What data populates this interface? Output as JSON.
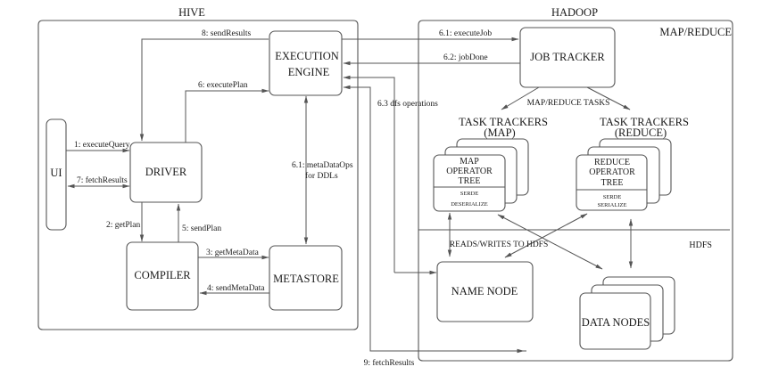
{
  "diagram": {
    "groups": {
      "hive": "HIVE",
      "hadoop": "HADOOP",
      "mapreduce": "MAP/REDUCE",
      "hdfs": "HDFS"
    },
    "nodes": {
      "ui": "UI",
      "driver": "DRIVER",
      "compiler": "COMPILER",
      "metastore": "METASTORE",
      "execution_engine": [
        "EXECUTION",
        "ENGINE"
      ],
      "job_tracker": "JOB TRACKER",
      "task_trackers_map": [
        "TASK TRACKERS",
        "(MAP)"
      ],
      "task_trackers_reduce": [
        "TASK TRACKERS",
        "(REDUCE)"
      ],
      "map_operator_tree": [
        "MAP",
        "OPERATOR",
        "TREE"
      ],
      "map_serde": [
        "SERDE",
        "DESERIALIZE"
      ],
      "reduce_operator_tree": [
        "REDUCE",
        "OPERATOR",
        "TREE"
      ],
      "reduce_serde": [
        "SERDE",
        "SERIALIZE"
      ],
      "name_node": "NAME NODE",
      "data_nodes": "DATA NODES"
    },
    "edges": {
      "execute_query": "1: executeQuery",
      "get_plan": "2: getPlan",
      "get_metadata": "3: getMetaData",
      "send_metadata": "4: sendMetaData",
      "send_plan": "5: sendPlan",
      "execute_plan": "6: executePlan",
      "metadata_ops": [
        "6.1: metaDataOps",
        "for DDLs"
      ],
      "execute_job": "6.1: executeJob",
      "job_done": "6.2: jobDone",
      "dfs_operations": "6.3 dfs operations",
      "fetch_results_ui": "7: fetchResults",
      "send_results": "8: sendResults",
      "fetch_results_hdfs": "9: fetchResults",
      "map_reduce_tasks": "MAP/REDUCE TASKS",
      "reads_writes_hdfs": "READS/WRITES TO HDFS"
    }
  }
}
